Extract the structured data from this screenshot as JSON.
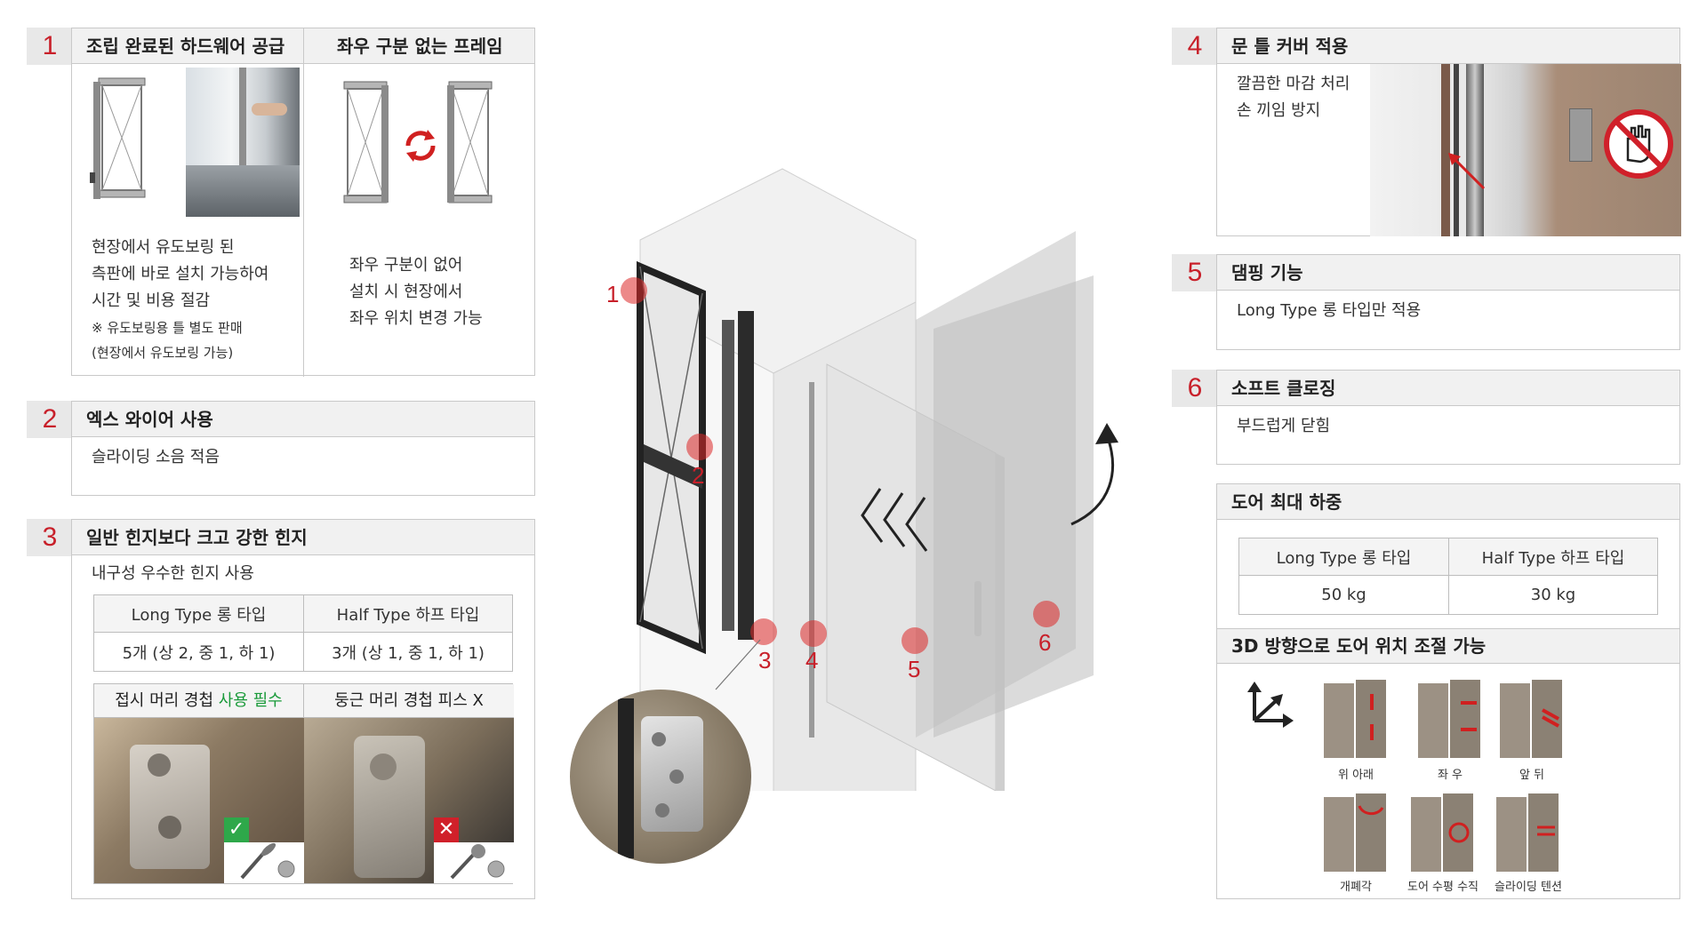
{
  "colors": {
    "accent": "#c8202a",
    "ok": "#1a9a3a",
    "header_bg": "#f1f1f1",
    "border": "#c9c9c9"
  },
  "f1": {
    "num": "1",
    "title_left": "조립 완료된 하드웨어 공급",
    "title_right": "좌우 구분 없는 프레임",
    "left_lines": [
      "현장에서 유도보링 된",
      "측판에 바로 설치 가능하여",
      "시간 및 비용 절감"
    ],
    "left_note1": "※ 유도보링용 틀 별도 판매",
    "left_note2": "(현장에서 유도보링 가능)",
    "right_lines": [
      "좌우 구분이 없어",
      "설치 시 현장에서",
      "좌우 위치 변경 가능"
    ],
    "rotate_icon": "rotate-arrows-icon"
  },
  "f2": {
    "num": "2",
    "title": "엑스 와이어 사용",
    "desc": "슬라이딩 소음 적음"
  },
  "f3": {
    "num": "3",
    "title": "일반 힌지보다 크고 강한 힌지",
    "desc": "내구성 우수한 힌지 사용",
    "table_head": [
      "Long Type 롱 타입",
      "Half Type 하프 타입"
    ],
    "table_row": [
      "5개 (상 2, 중 1, 하 1)",
      "3개 (상 1, 중 1, 하 1)"
    ],
    "photo_left_label": "접시 머리 경첩",
    "photo_left_label_green": "사용 필수",
    "photo_right_label": "둥근 머리 경첩 피스 X",
    "ok_icon": "check-icon",
    "ng_icon": "cross-icon"
  },
  "center": {
    "markers": [
      "1",
      "2",
      "3",
      "4",
      "5",
      "6"
    ]
  },
  "f4": {
    "num": "4",
    "title": "문 틀 커버 적용",
    "lines": [
      "깔끔한 마감 처리",
      "손 끼임 방지"
    ],
    "icon": "no-hand-icon"
  },
  "f5": {
    "num": "5",
    "title": "댐핑 기능",
    "desc": "Long Type 롱 타입만 적용"
  },
  "f6": {
    "num": "6",
    "title": "소프트 클로징",
    "desc": "부드럽게 닫힘"
  },
  "load": {
    "title": "도어 최대 하중",
    "head": [
      "Long Type 롱 타입",
      "Half Type 하프 타입"
    ],
    "row": [
      "50 kg",
      "30 kg"
    ]
  },
  "adjust": {
    "title": "3D 방향으로 도어 위치 조절 가능",
    "icon": "axes-3d-icon",
    "items": [
      "위 아래",
      "좌 우",
      "앞 뒤",
      "개폐각",
      "도어 수평 수직",
      "슬라이딩 텐션"
    ]
  }
}
